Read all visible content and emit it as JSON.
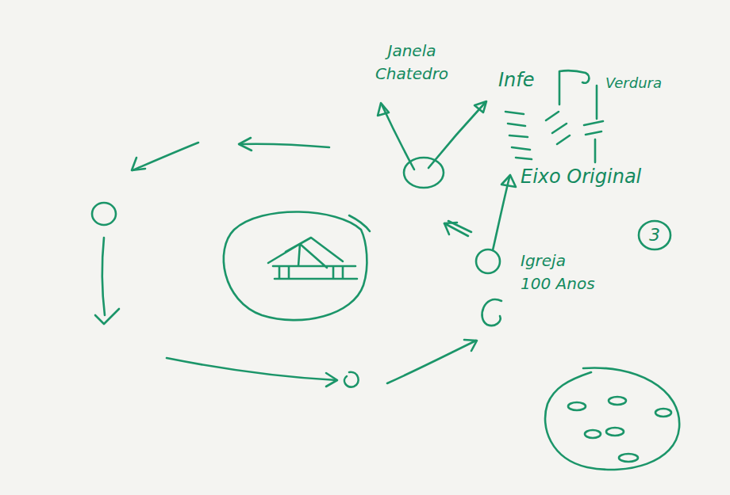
{
  "diagram": {
    "nodes": [
      {
        "text": [
          "Igreja 100 Anos"
        ]
      },
      {
        "text": [
          "3"
        ]
      }
    ],
    "labels": [
      "Janela Chatedro",
      "Infe",
      "Verdura",
      "Eixo Original"
    ]
  }
}
